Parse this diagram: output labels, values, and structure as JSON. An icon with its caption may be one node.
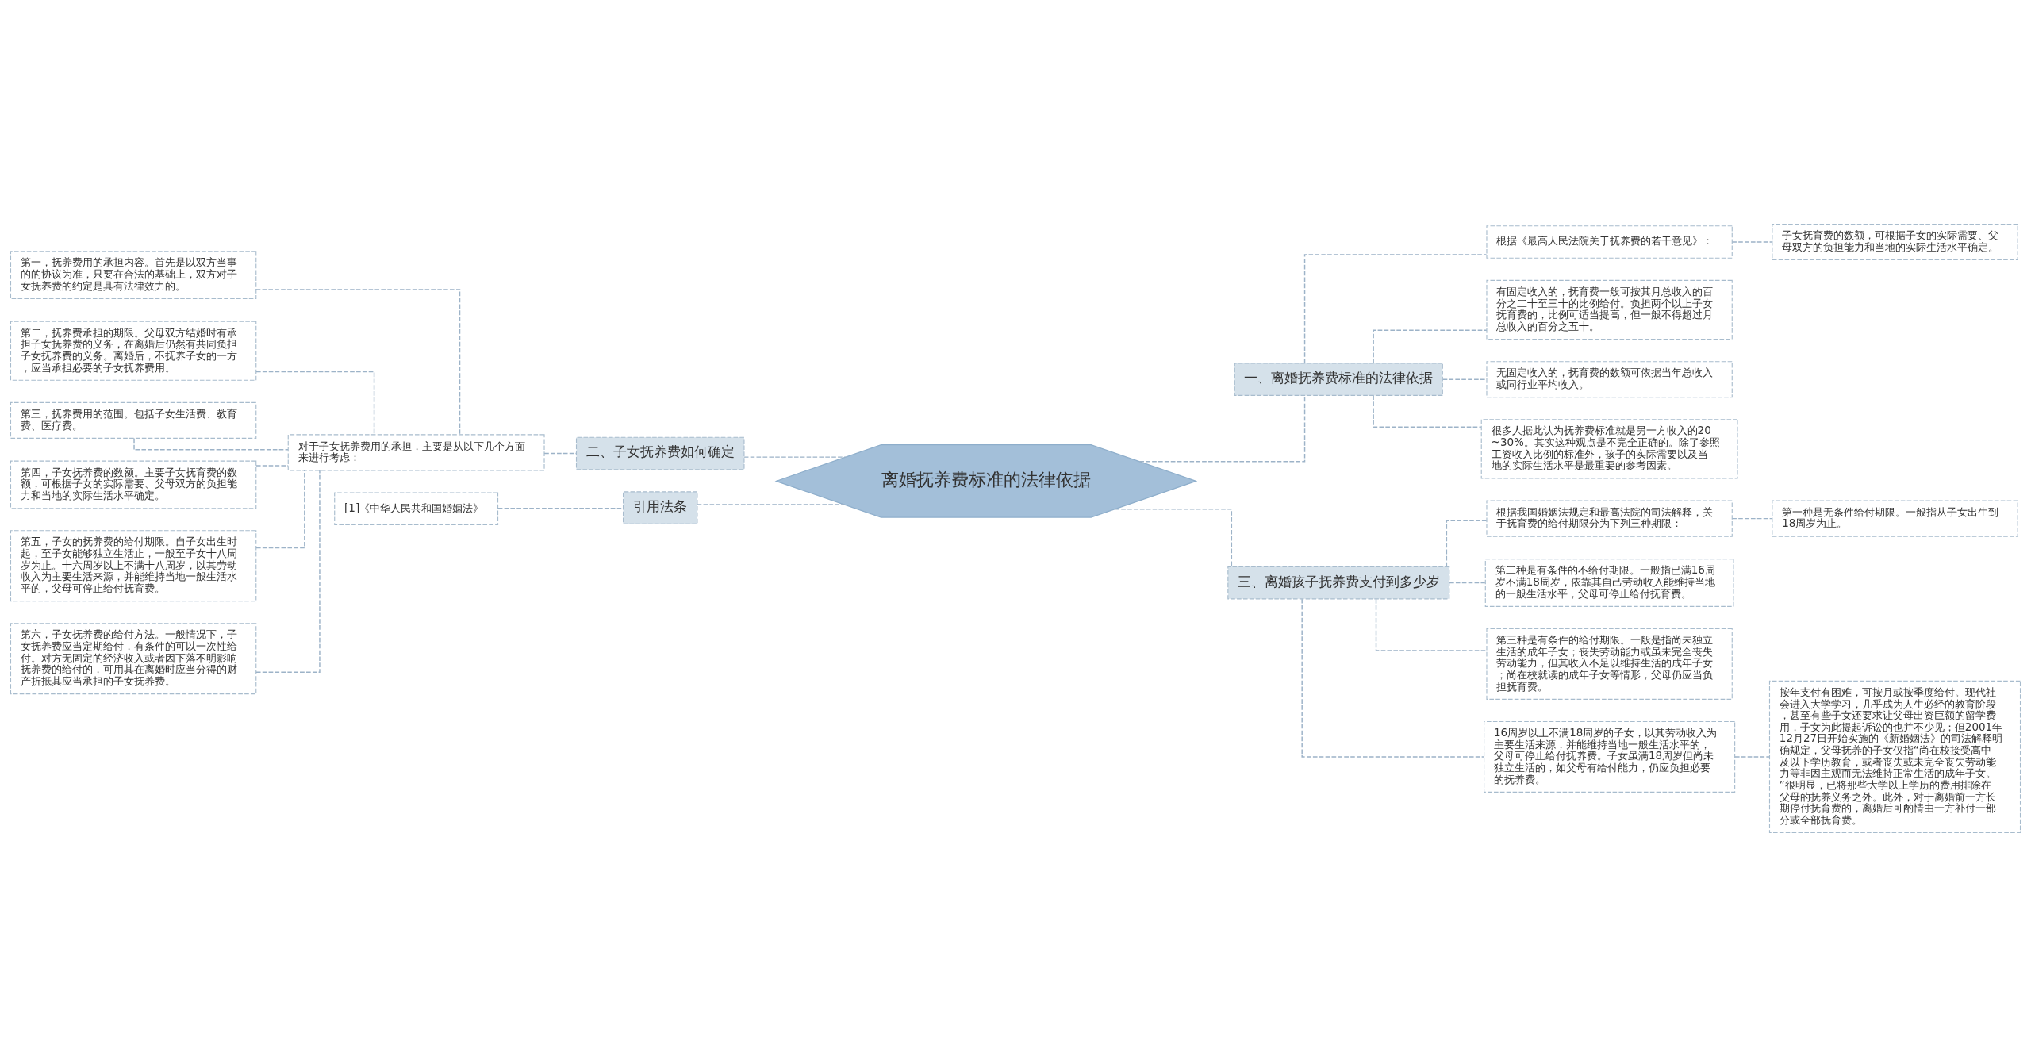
{
  "diagram": {
    "nodes": [
      {
        "text": [
          "离婚抚养费标准的法律依据"
        ]
      },
      {
        "text": [
          "二、子女抚养费如何确定"
        ]
      },
      {
        "text": [
          "对于子女抚养费用的承担，主要是从以下几个方面来进行考虑："
        ]
      },
      {
        "text": [
          "第一，抚养费用的承担内容。首先是以双方当事的的协议为准，只要在合法的基础上，双方对子女抚养费的约定是具有法律效力的。"
        ]
      },
      {
        "text": [
          "第二，抚养费承担的期限。父母双方结婚时有承担子女抚养费的义务，在离婚后仍然有共同负担子女抚养费的义务。离婚后，不抚养子女的一方，应当承担必要的子女抚养费用。"
        ]
      },
      {
        "text": [
          "第三，抚养费用的范围。包括子女生活费、教育费、医疗费。"
        ]
      },
      {
        "text": [
          "第四，子女抚养费的数额。主要子女抚育费的数额，可根据子女的实际需要、父母双方的负担能力和当地的实际生活水平确定。"
        ]
      },
      {
        "text": [
          "第五，子女的抚养费的给付期限。自子女出生时起，至子女能够独立生活止，一般至子女十八周岁为止。十六周岁以上不满十八周岁，以其劳动收入为主要生活来源，并能维持当地一般生活水平的，父母可停止给付抚育费。"
        ]
      },
      {
        "text": [
          "第六，子女抚养费的给付方法。一般情况下，子女抚养费应当定期给付，有条件的可以一次性给付。对方无固定的经济收入或者因下落不明影响抚养费的给付的，可用其在离婚时应当分得的财产折抵其应当承担的子女抚养费。"
        ]
      },
      {
        "text": [
          "引用法条"
        ]
      },
      {
        "text": [
          "[1]《中华人民共和国婚姻法》"
        ]
      },
      {
        "text": [
          "一、离婚抚养费标准的法律依据"
        ]
      },
      {
        "text": [
          "根据《最高人民法院关于抚养费的若干意见》："
        ]
      },
      {
        "text": [
          "子女抚育费的数额，可根据子女的实际需要、父母双方的负担能力和当地的实际生活水平确定。"
        ]
      },
      {
        "text": [
          "有固定收入的，抚育费一般可按其月总收入的百分之二十至三十的比例给付。负担两个以上子女抚育费的，比例可适当提高，但一般不得超过月总收入的百分之五十。"
        ]
      },
      {
        "text": [
          "无固定收入的，抚育费的数额可依据当年总收入或同行业平均收入。"
        ]
      },
      {
        "text": [
          "很多人据此认为抚养费标准就是另一方收入的20~30%。其实这种观点是不完全正确的。除了参照工资收入比例的标准外，孩子的实际需要以及当地的实际生活水平是最重要的参考因素。"
        ]
      },
      {
        "text": [
          "三、离婚孩子抚养费支付到多少岁"
        ]
      },
      {
        "text": [
          "根据我国婚姻法规定和最高法院的司法解释，关于抚育费的给付期限分为下列三种期限："
        ]
      },
      {
        "text": [
          "第一种是无条件给付期限。一般指从子女出生到18周岁为止。"
        ]
      },
      {
        "text": [
          "第二种是有条件的不给付期限。一般指已满16周岁不满18周岁，依靠其自己劳动收入能维持当地的一般生活水平，父母可停止给付抚育费。"
        ]
      },
      {
        "text": [
          "第三种是有条件的给付期限。一般是指尚未独立生活的成年子女；丧失劳动能力或虽未完全丧失劳动能力，但其收入不足以维持生活的成年子女；尚在校就读的成年子女等情形，父母仍应当负担抚育费。"
        ]
      },
      {
        "text": [
          "16周岁以上不满18周岁的子女，以其劳动收入为主要生活来源，并能维持当地一般生活水平的，父母可停止给付抚养费。子女虽满18周岁但尚未独立生活的，如父母有给付能力，仍应负担必要的抚养费。"
        ]
      },
      {
        "text": [
          "按年支付有困难，可按月或按季度给付。现代社会进入大学学习，几乎成为人生必经的教育阶段，甚至有些子女还要求让父母出资巨额的留学费用，子女为此提起诉讼的也并不少见；但2001年12月27日开始实施的《新婚姻法》的司法解释明确规定，父母抚养的子女仅指“尚在校接受高中及以下学历教育，或者丧失或未完全丧失劳动能力等非因主观而无法维持正常生活的成年子女。”很明显，已将那些大学以上学历的费用排除在父母的抚养义务之外。此外，对于离婚前一方长期停付抚育费的，离婚后可酌情由一方补付一部分或全部抚育费。"
        ]
      }
    ],
    "edges": [
      {
        "from": 0,
        "to": 1,
        "arrow": "none"
      },
      {
        "from": 1,
        "to": 2,
        "arrow": "none"
      },
      {
        "from": 2,
        "to": 3,
        "arrow": "none"
      },
      {
        "from": 2,
        "to": 4,
        "arrow": "none"
      },
      {
        "from": 2,
        "to": 5,
        "arrow": "none"
      },
      {
        "from": 2,
        "to": 6,
        "arrow": "none"
      },
      {
        "from": 2,
        "to": 7,
        "arrow": "none"
      },
      {
        "from": 2,
        "to": 8,
        "arrow": "none"
      },
      {
        "from": 0,
        "to": 9,
        "arrow": "none"
      },
      {
        "from": 9,
        "to": 10,
        "arrow": "none"
      },
      {
        "from": 0,
        "to": 11,
        "arrow": "none"
      },
      {
        "from": 11,
        "to": 12,
        "arrow": "none"
      },
      {
        "from": 12,
        "to": 13,
        "arrow": "none"
      },
      {
        "from": 11,
        "to": 14,
        "arrow": "none"
      },
      {
        "from": 11,
        "to": 15,
        "arrow": "none"
      },
      {
        "from": 11,
        "to": 16,
        "arrow": "none"
      },
      {
        "from": 0,
        "to": 17,
        "arrow": "none"
      },
      {
        "from": 17,
        "to": 18,
        "arrow": "none"
      },
      {
        "from": 18,
        "to": 19,
        "arrow": "none"
      },
      {
        "from": 17,
        "to": 20,
        "arrow": "none"
      },
      {
        "from": 17,
        "to": 21,
        "arrow": "none"
      },
      {
        "from": 17,
        "to": 22,
        "arrow": "none"
      },
      {
        "from": 22,
        "to": 23,
        "arrow": "none"
      }
    ]
  }
}
